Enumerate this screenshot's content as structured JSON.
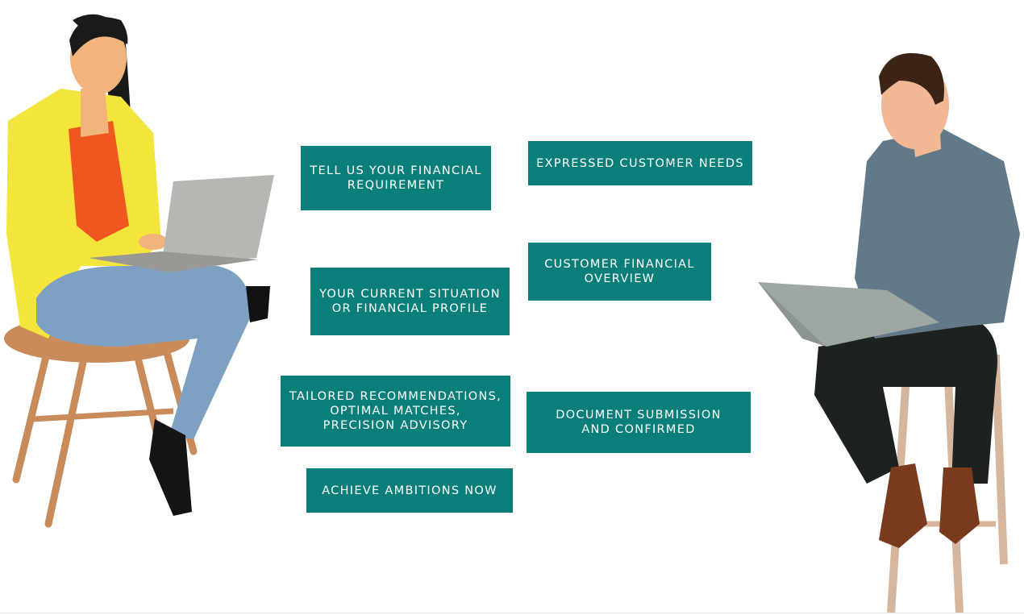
{
  "theme": {
    "box_color": "#0a7f7a",
    "background": "#ffffff"
  },
  "figures": {
    "left": {
      "icon": "woman-with-laptop-on-stool"
    },
    "right": {
      "icon": "man-with-laptop-on-stool"
    }
  },
  "boxes": {
    "tell": "TELL US YOUR FINANCIAL\nREQUIREMENT",
    "expressed": "EXPRESSED CUSTOMER NEEDS",
    "current": "YOUR CURRENT SITUATION\nOR FINANCIAL PROFILE",
    "overview": "CUSTOMER FINANCIAL\nOVERVIEW",
    "tailored": "TAILORED RECOMMENDATIONS,\nOPTIMAL MATCHES,\nPRECISION ADVISORY",
    "document": "DOCUMENT SUBMISSION\nAND CONFIRMED",
    "achieve": "ACHIEVE AMBITIONS NOW"
  }
}
